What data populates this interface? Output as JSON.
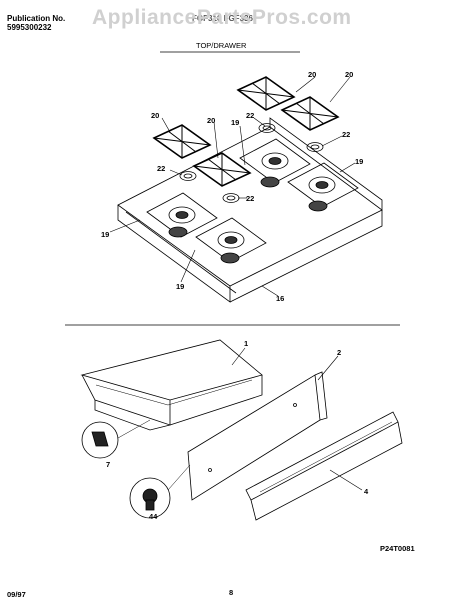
{
  "header": {
    "pub_label": "Publication No.",
    "pub_number": "5995300232",
    "model_text": "FGF316 FGF336",
    "section_title": "TOP/DRAWER"
  },
  "watermark": "AppliancePartsPros.com",
  "callouts": {
    "grate_a": "20",
    "grate_b": "20",
    "grate_c": "20",
    "grate_d": "20",
    "cap_a": "22",
    "cap_b": "22",
    "cap_c": "22",
    "cap_d": "22",
    "drip_a": "19",
    "drip_b": "19",
    "drip_c": "19",
    "drip_d": "19",
    "top": "16",
    "drawer": "1",
    "panel": "2",
    "handle": "4",
    "clip": "7",
    "screw": "44"
  },
  "footer": {
    "date": "09/97",
    "page": "8",
    "figure_code": "P24T0081"
  }
}
